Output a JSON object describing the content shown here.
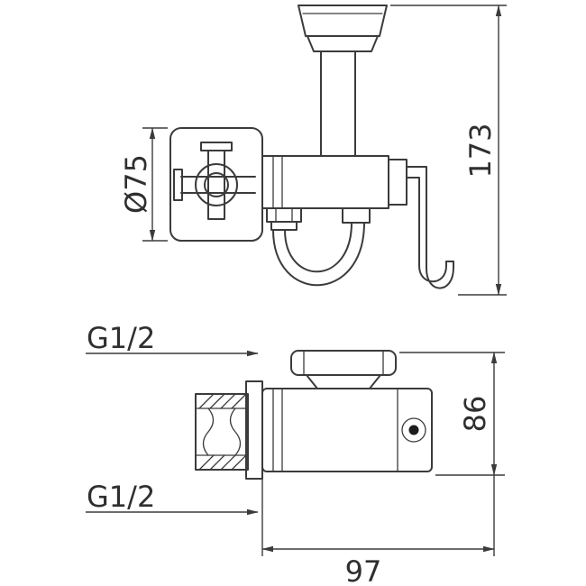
{
  "drawing": {
    "background_color": "#ffffff",
    "line_color": "#3b3b3b",
    "text_color": "#2f2f2f",
    "dot_color": "#1c1c1c",
    "dimensions": {
      "diameter": "Ø75",
      "overall_height": "173",
      "thread_top": "G1/2",
      "thread_bottom": "G1/2",
      "body_height": "86",
      "body_length": "97"
    }
  }
}
